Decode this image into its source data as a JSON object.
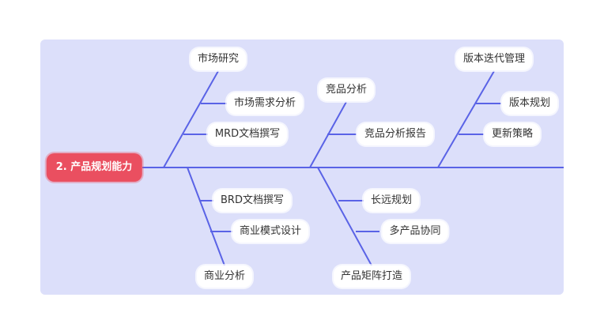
{
  "diagram": {
    "line_color": "#5a63e6",
    "panel_color": "#dcdffa",
    "root_color": "#ea4f60",
    "root": {
      "label": "2. 产品规划能力"
    },
    "nodes": {
      "market": "市场研究",
      "market_demand": "市场需求分析",
      "mrd": "MRD文档撰写",
      "brd": "BRD文档撰写",
      "biz_model": "商业模式设计",
      "biz_analysis": "商业分析",
      "compete": "竞品分析",
      "compete_report": "竞品分析报告",
      "long_plan": "长远规划",
      "multi": "多产品协同",
      "matrix": "产品矩阵打造",
      "version_mgmt": "版本迭代管理",
      "version_plan": "版本规划",
      "update": "更新策略"
    }
  }
}
